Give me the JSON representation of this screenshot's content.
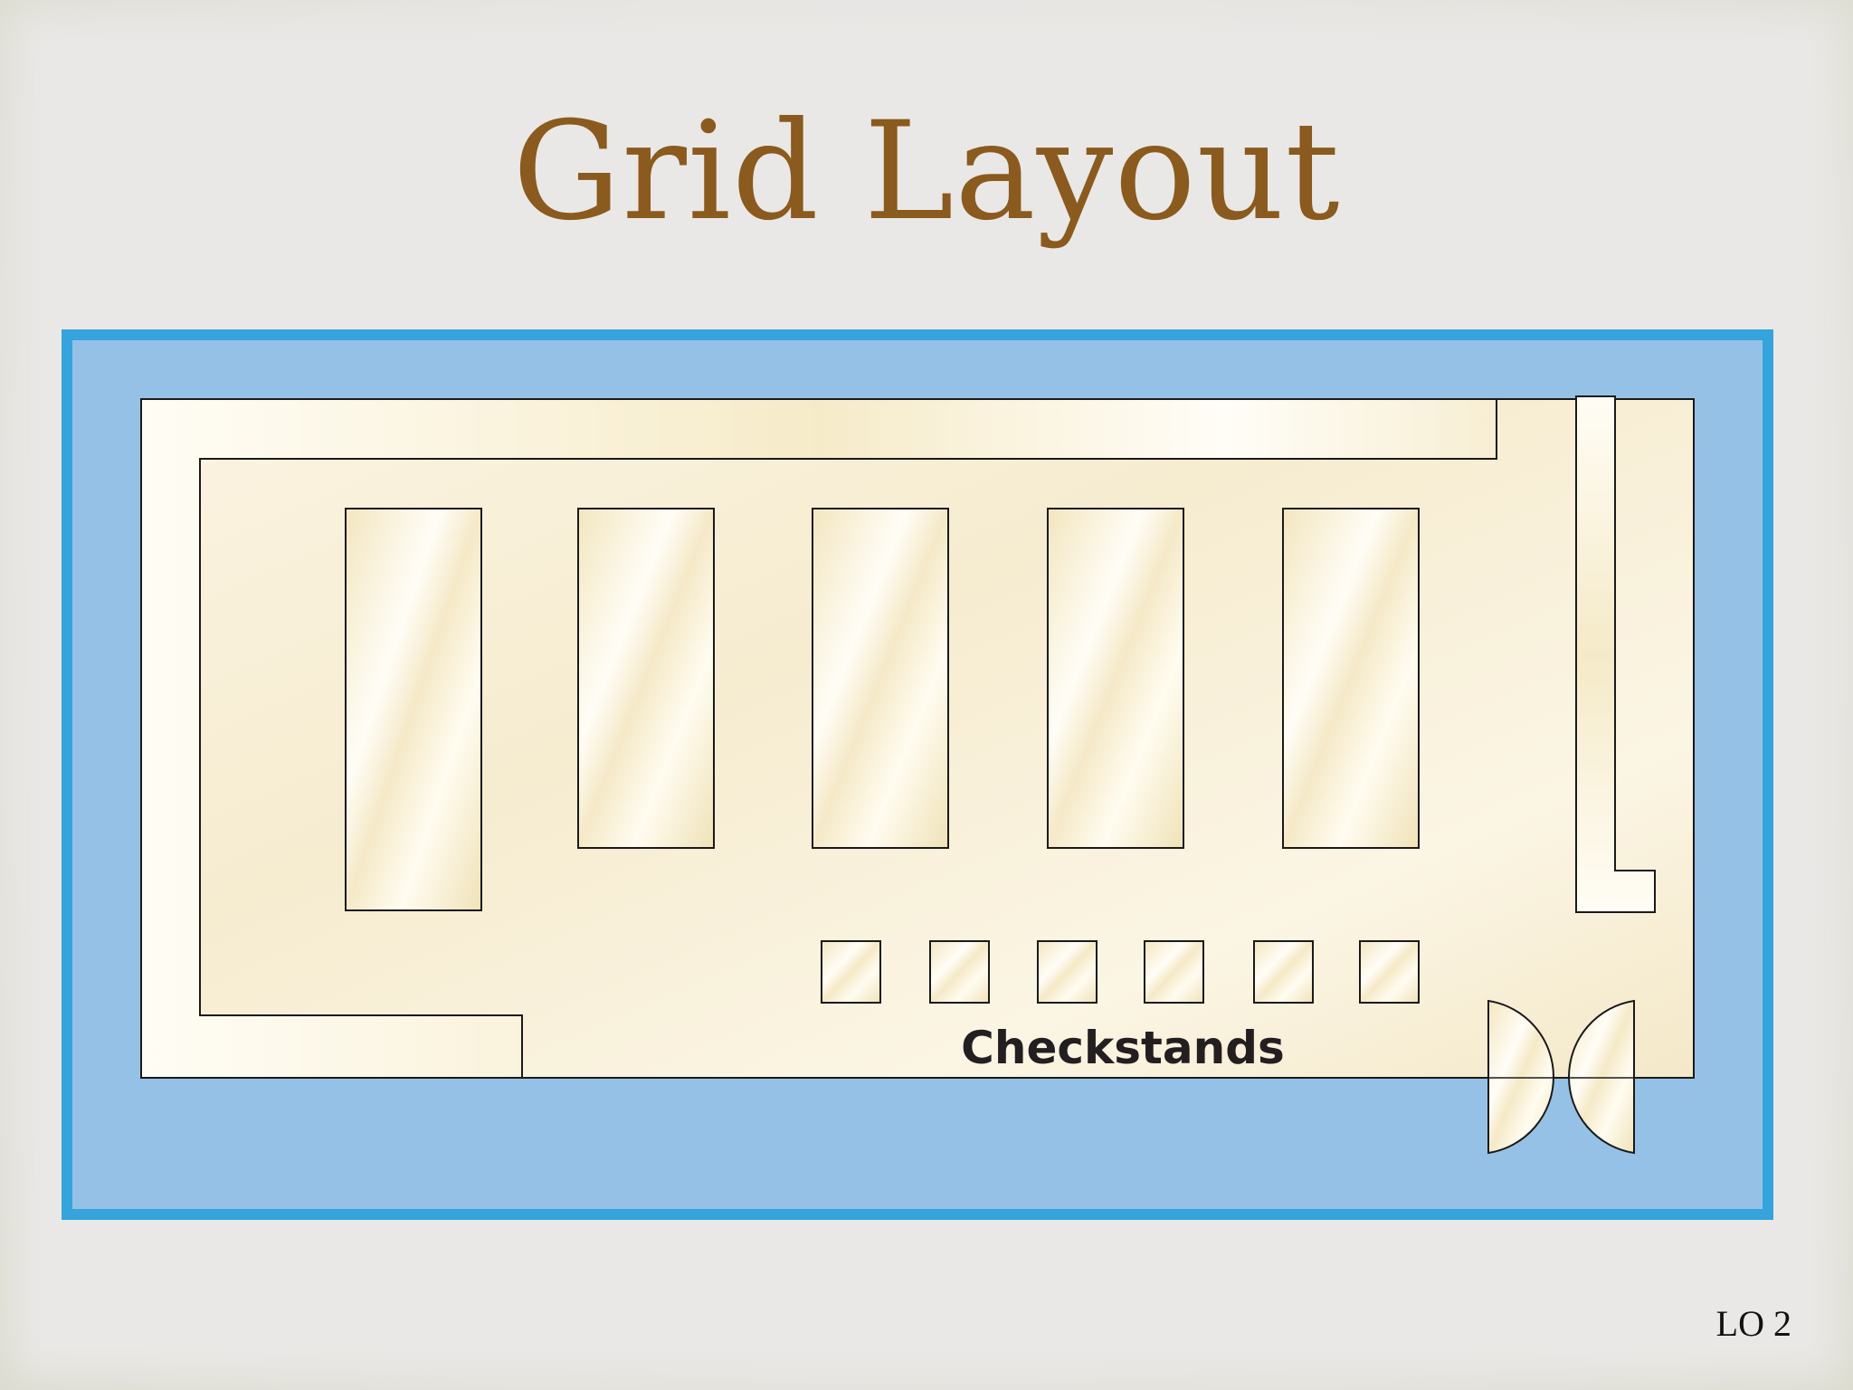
{
  "slide": {
    "title": "Grid Layout",
    "footer": "LO 2"
  },
  "diagram": {
    "checkstands_label": "Checkstands",
    "colors": {
      "outer_border": "#35a3dc",
      "outer_fill": "#95c1e7",
      "store_fill": "#f6ecd0",
      "fixture_highlight": "#fffdf6",
      "outline": "#1a1a1a",
      "label": "#231f20"
    },
    "aisle_shelves_count": 5,
    "checkstands_count": 6
  }
}
